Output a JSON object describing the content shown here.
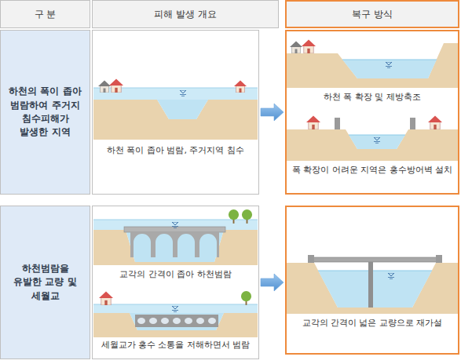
{
  "diagram": {
    "nodes": [
      {
        "text": [
          "구 분"
        ]
      },
      {
        "text": [
          "피해 발생 개요"
        ]
      },
      {
        "text": [
          "복구 방식"
        ]
      },
      {
        "text": [
          "하천의 폭이 좁아 범람하여 주거지 침수피해가 발생한 지역"
        ]
      },
      {
        "text": [
          "하천 폭이 좁아 범람, 주거지역 침수"
        ]
      },
      {
        "text": [
          "하천 폭 확장 및 제방축조",
          "폭 확장이 어려운 지역은 홍수방어벽 설치"
        ]
      },
      {
        "text": [
          "하천범람을 유발한 교량 및 세월교"
        ]
      },
      {
        "text": [
          "교각의 간격이 좁아 하천범람",
          "세월교가 홍수 소통을 저해하면서 범람"
        ]
      },
      {
        "text": [
          "교각의 간격이 넓은 교량으로 재가설"
        ]
      }
    ],
    "edges": [
      {
        "from": 4,
        "to": 5,
        "arrow": "to"
      },
      {
        "from": 7,
        "to": 8,
        "arrow": "to"
      }
    ]
  }
}
